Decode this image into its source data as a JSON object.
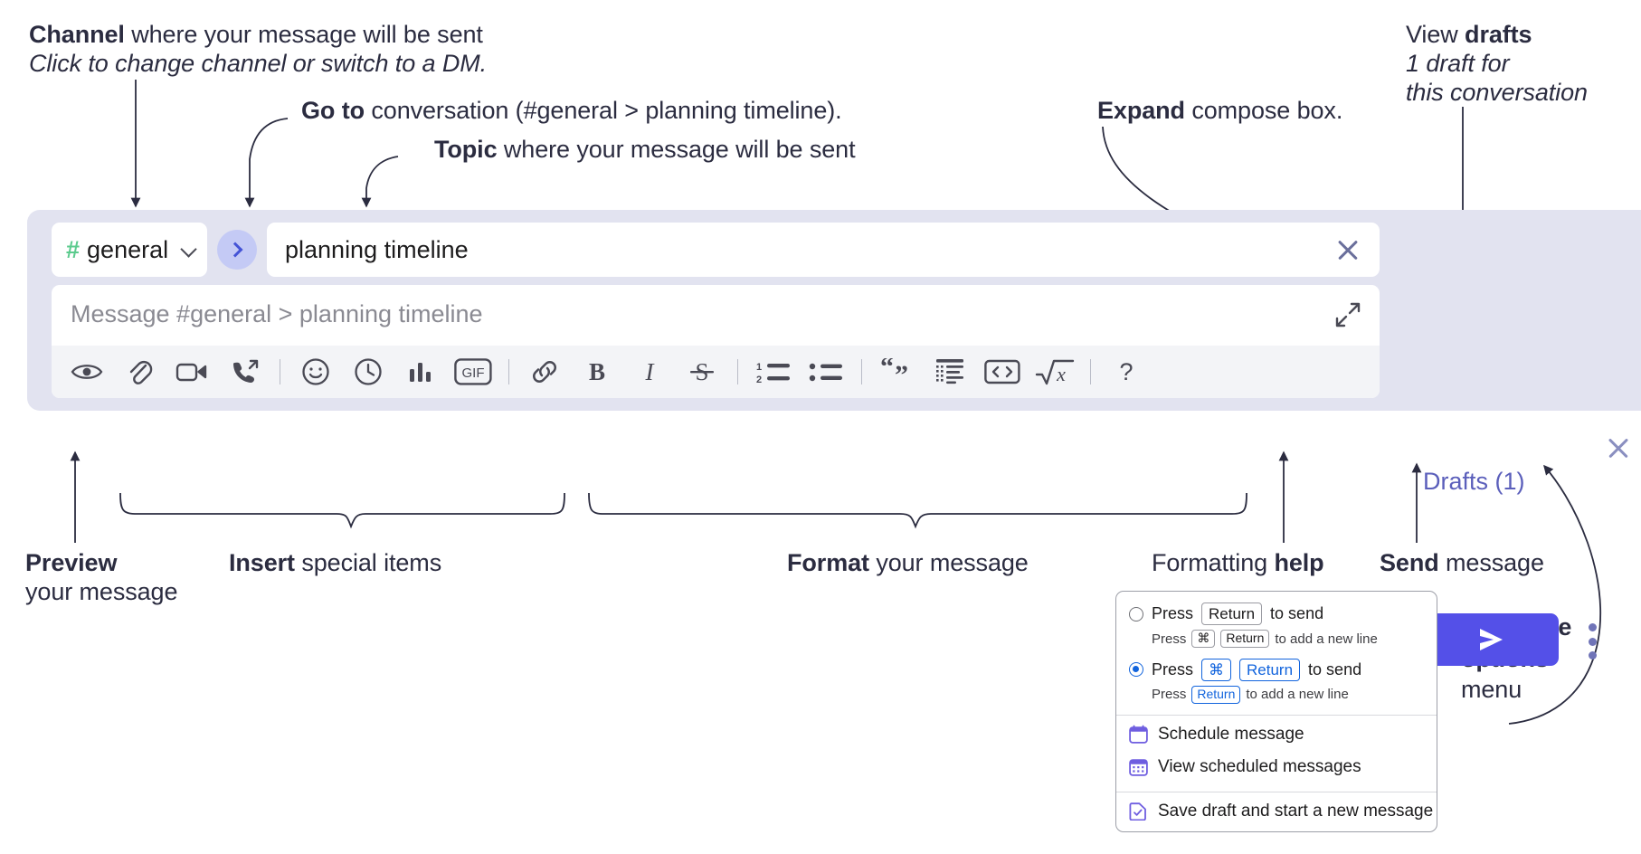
{
  "annotations": {
    "channel": {
      "title_bold": "Channel",
      "title_rest": " where your message will be sent",
      "sub": "Click to change channel or switch to a DM."
    },
    "goto": {
      "bold": "Go to",
      "rest": " conversation (#general > planning timeline)."
    },
    "topic": {
      "bold": "Topic",
      "rest": " where your message will be sent"
    },
    "expand": {
      "bold": "Expand",
      "rest": " compose box."
    },
    "drafts": {
      "bold_pre": "View ",
      "bold": "drafts",
      "line2": "1 draft for",
      "line3": "this conversation"
    },
    "preview": {
      "bold": "Preview",
      "line2": "your message"
    },
    "insert": {
      "bold": "Insert",
      "rest": " special items"
    },
    "format": {
      "bold": "Format",
      "rest": " your message"
    },
    "help": {
      "pre": "Formatting ",
      "bold": "help"
    },
    "send": {
      "bold": "Send",
      "rest": " message"
    },
    "compose_options": {
      "line1": "Compose",
      "line2": "options",
      "line3": "menu"
    }
  },
  "compose": {
    "channel": {
      "icon": "hash-icon",
      "name": "general",
      "chevron": "chevron-down-icon"
    },
    "goto_button": {
      "icon": "chevron-right-icon"
    },
    "topic": {
      "value": "planning timeline",
      "clear_icon": "close-icon"
    },
    "message": {
      "placeholder": "Message #general > planning timeline"
    },
    "expand_icon": "expand-arrows-icon",
    "drafts_label": "Drafts (1)",
    "close_icon": "close-icon",
    "send_icon": "send-paper-plane-icon",
    "kebab_icon": "vertical-dots-icon",
    "toolbar": [
      {
        "name": "preview-message-icon",
        "title": "Preview"
      },
      {
        "name": "attachment-clip-icon",
        "title": "Attach file"
      },
      {
        "name": "video-camera-icon",
        "title": "Video clip"
      },
      {
        "name": "audio-call-icon",
        "title": "Audio clip"
      },
      {
        "sep": true
      },
      {
        "name": "emoji-smiley-icon",
        "title": "Emoji"
      },
      {
        "name": "clock-icon",
        "title": "Schedule"
      },
      {
        "name": "bar-chart-icon",
        "title": "Poll"
      },
      {
        "name": "gif-icon",
        "title": "GIF"
      },
      {
        "sep": true
      },
      {
        "name": "link-icon",
        "title": "Link"
      },
      {
        "name": "bold-icon",
        "title": "Bold"
      },
      {
        "name": "italic-icon",
        "title": "Italic"
      },
      {
        "name": "strikethrough-icon",
        "title": "Strikethrough"
      },
      {
        "sep": true
      },
      {
        "name": "ordered-list-icon",
        "title": "Ordered list"
      },
      {
        "name": "bulleted-list-icon",
        "title": "Bulleted list"
      },
      {
        "sep": true
      },
      {
        "name": "blockquote-icon",
        "title": "Blockquote"
      },
      {
        "name": "code-block-icon",
        "title": "Code block"
      },
      {
        "name": "inline-code-icon",
        "title": "Code"
      },
      {
        "name": "math-formula-icon",
        "title": "Math"
      },
      {
        "sep": true
      },
      {
        "name": "formatting-help-icon",
        "title": "Formatting help"
      }
    ],
    "gif_label": "GIF",
    "bold_label": "B",
    "italic_label": "I",
    "strike_label": "S",
    "help_label": "?",
    "math_label": "x",
    "ol_one": "1",
    "ol_two": "2"
  },
  "options_menu": {
    "option1": {
      "press": "Press",
      "key": "Return",
      "tail": "to send",
      "sub_press": "Press",
      "sub_key1": "⌘",
      "sub_key2": "Return",
      "sub_tail": "to add a new line",
      "selected": false
    },
    "option2": {
      "press": "Press",
      "key1": "⌘",
      "key2": "Return",
      "tail": "to send",
      "sub_press": "Press",
      "sub_key": "Return",
      "sub_tail": "to add a new line",
      "selected": true
    },
    "items": [
      {
        "icon": "calendar-schedule-icon",
        "label": "Schedule message"
      },
      {
        "icon": "calendar-grid-icon",
        "label": "View scheduled messages"
      },
      {
        "icon": "save-draft-icon",
        "label": "Save draft and start a new message"
      }
    ]
  },
  "colors": {
    "panel_bg": "#e2e3f0",
    "accent_purple": "#5450e8",
    "drafts_text": "#5b5fbb",
    "hash_green": "#5ccb8e",
    "goto_bg": "#c4caf5",
    "radio_blue": "#1264dd",
    "text_dark": "#2b2c40"
  }
}
